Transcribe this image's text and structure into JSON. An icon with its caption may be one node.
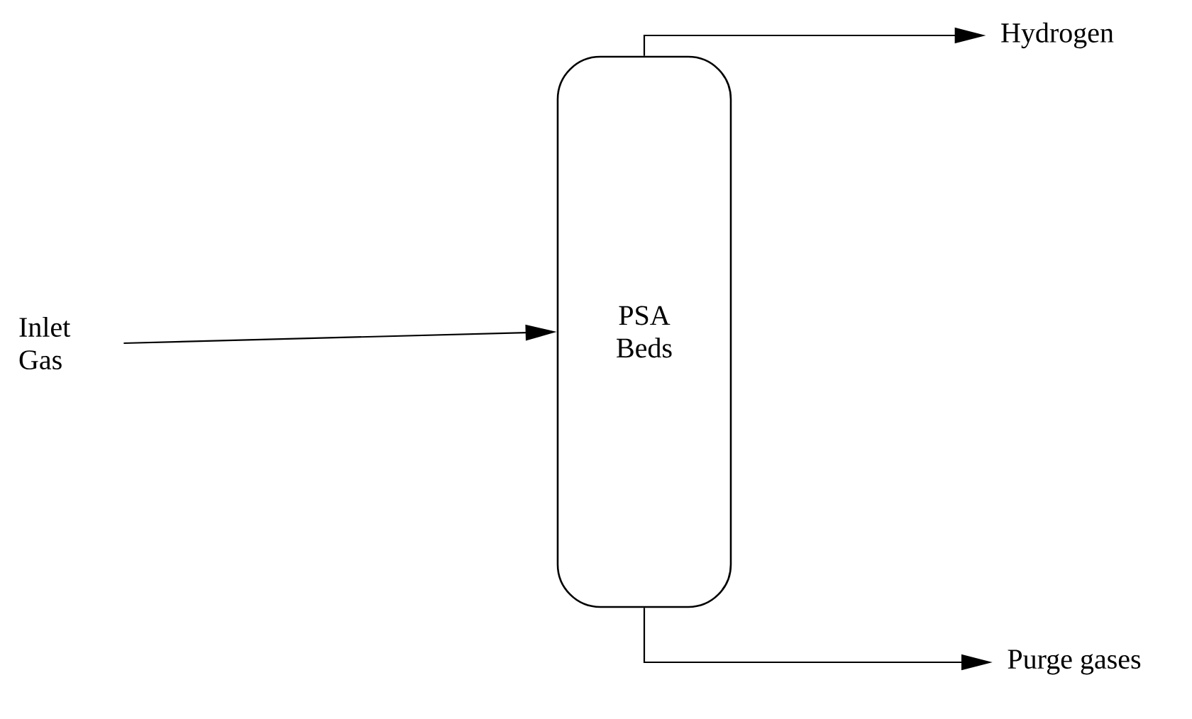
{
  "diagram": {
    "nodes": [
      {
        "text": [
          "Inlet Gas"
        ]
      },
      {
        "text": [
          "PSA Beds"
        ]
      },
      {
        "text": [
          "Hydrogen"
        ]
      },
      {
        "text": [
          "Purge gases"
        ]
      }
    ],
    "edges": [
      {
        "from": 0,
        "to": 1,
        "arrow": "to"
      },
      {
        "from": 1,
        "to": 2,
        "arrow": "to"
      },
      {
        "from": 1,
        "to": 3,
        "arrow": "to"
      }
    ]
  }
}
